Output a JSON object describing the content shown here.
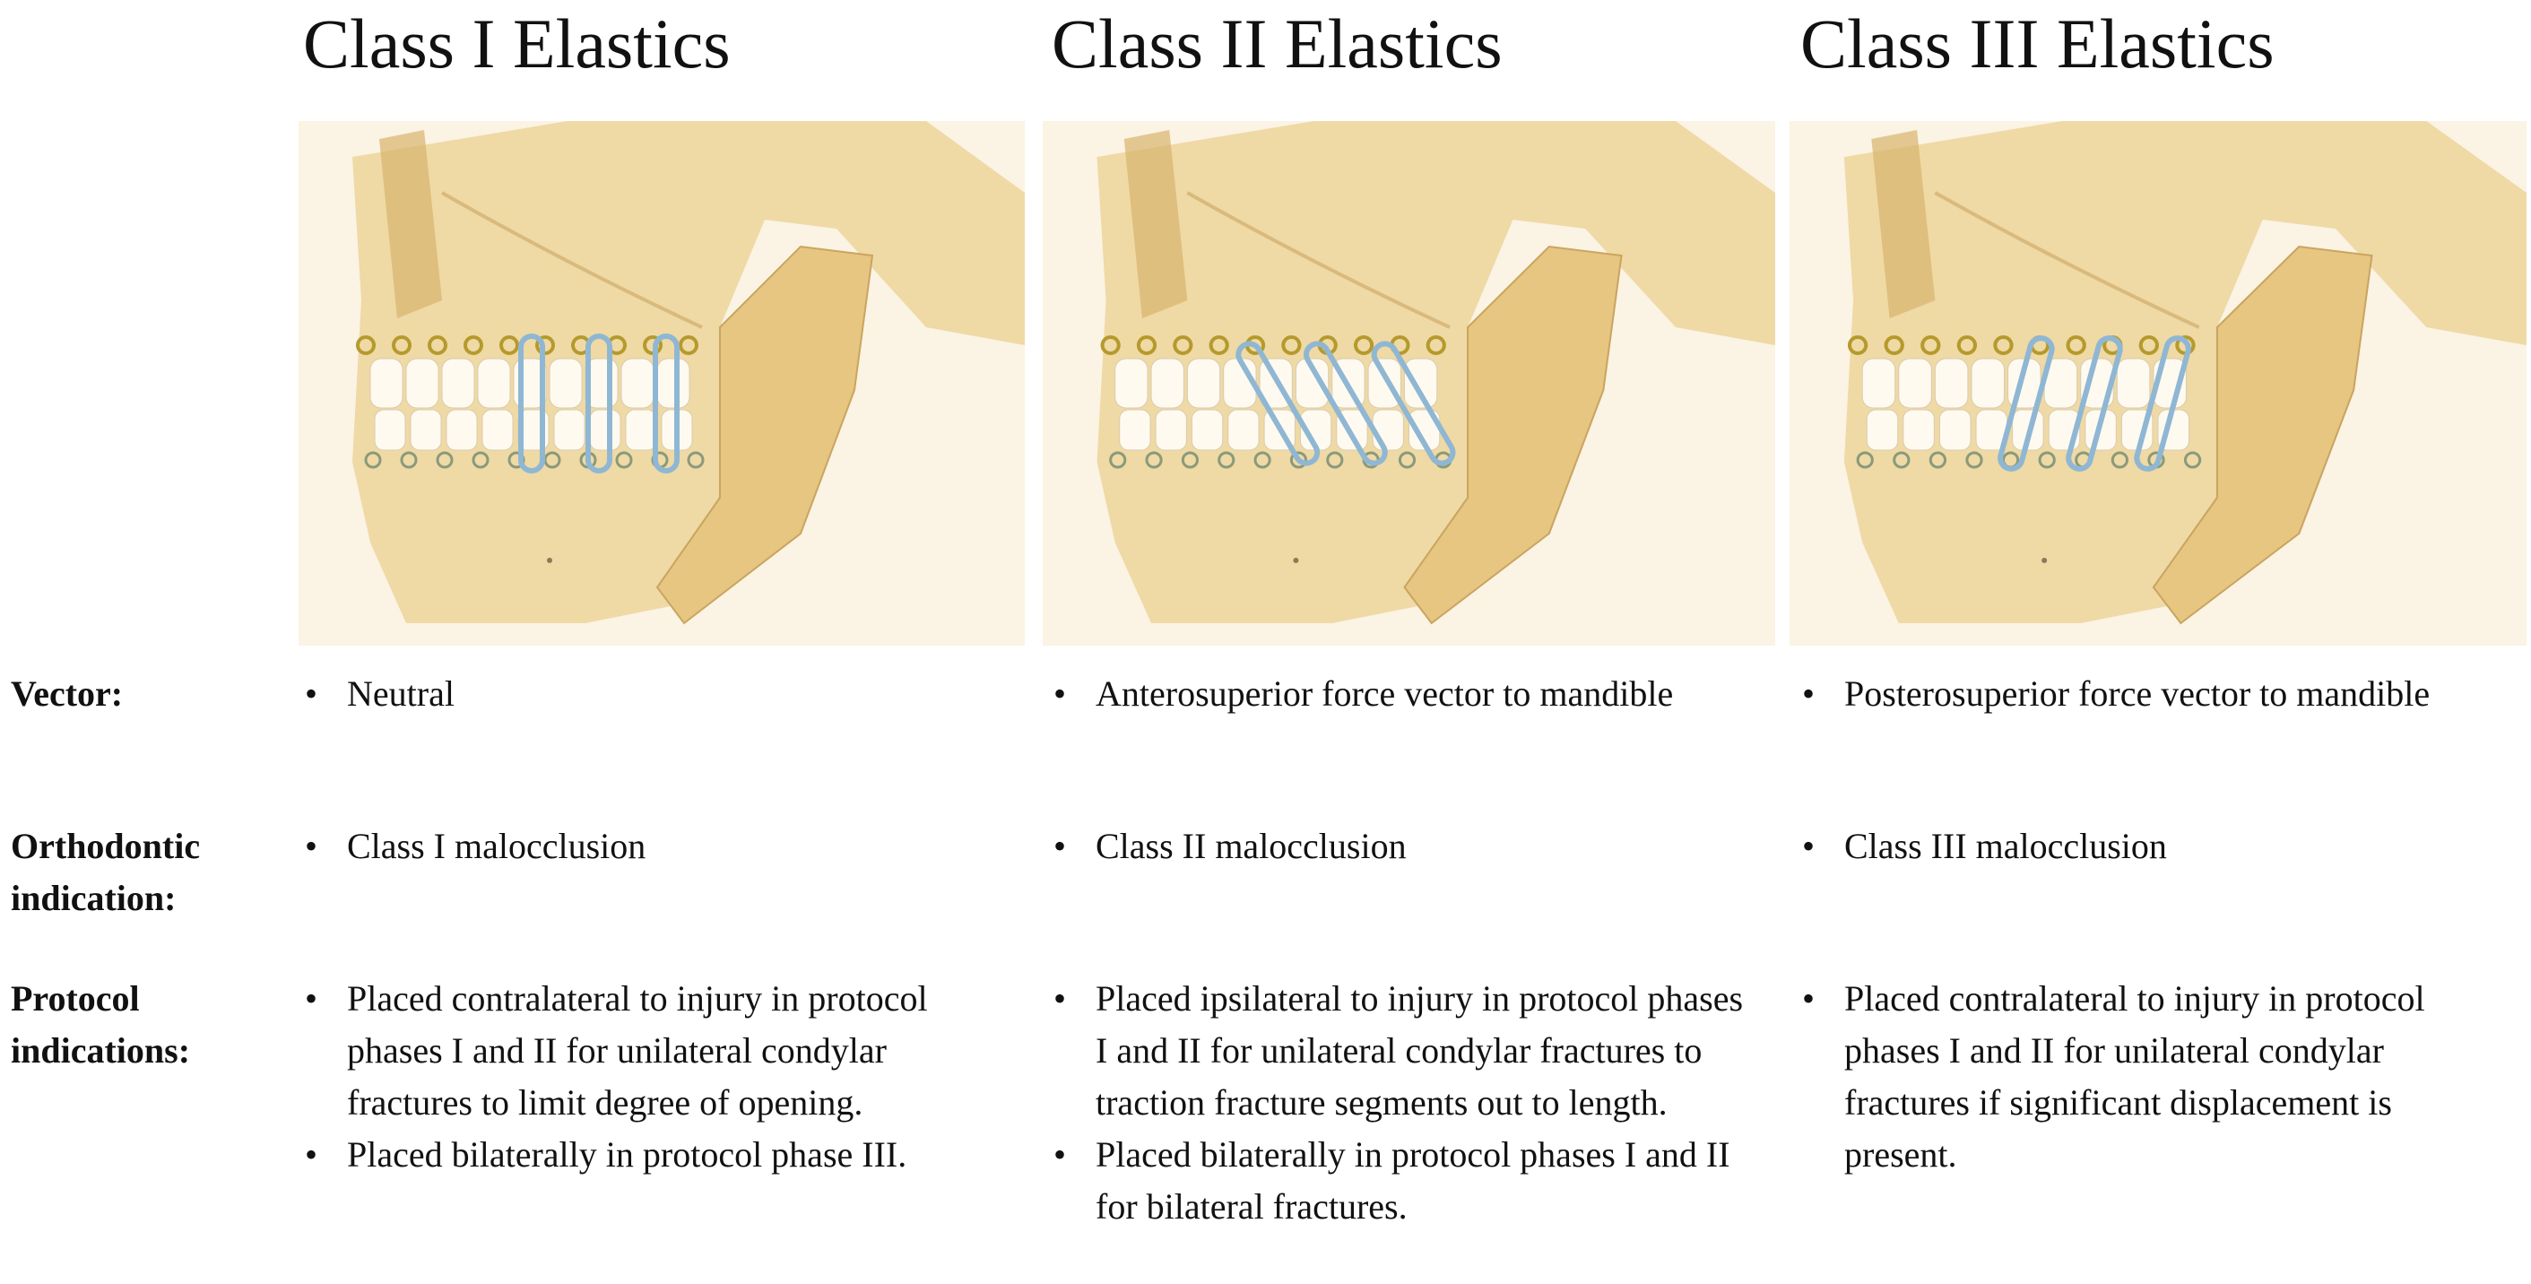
{
  "columns": [
    {
      "title": "Class I Elastics",
      "elastic_angle": 0
    },
    {
      "title": "Class II Elastics",
      "elastic_angle": -30
    },
    {
      "title": "Class III Elastics",
      "elastic_angle": 15
    }
  ],
  "rows": [
    {
      "label": "Vector:",
      "cells": [
        [
          "Neutral"
        ],
        [
          "Anterosuperior force vector to mandible"
        ],
        [
          "Posterosuperior force vector to mandible"
        ]
      ]
    },
    {
      "label": "Orthodontic indication:",
      "cells": [
        [
          "Class I malocclusion"
        ],
        [
          "Class II malocclusion"
        ],
        [
          "Class III malocclusion"
        ]
      ]
    },
    {
      "label": "Protocol indications:",
      "cells": [
        [
          "Placed contralateral to injury in protocol phases I and II for unilateral condylar fractures to limit degree of opening.",
          "Placed bilaterally in protocol phase III."
        ],
        [
          "Placed ipsilateral to injury in protocol phases I and II for unilateral condylar fractures to traction fracture segments out to length.",
          "Placed bilaterally in protocol phases I and II for bilateral fractures."
        ],
        [
          "Placed contralateral to injury in protocol phases I and II for unilateral condylar fractures if significant displacement is present."
        ]
      ]
    }
  ],
  "bullet": "•",
  "colors": {
    "bone": "#ecd39a",
    "bone_dark": "#c9a560",
    "elastic": "#8fb7d4",
    "background": "#fbf3e4"
  }
}
